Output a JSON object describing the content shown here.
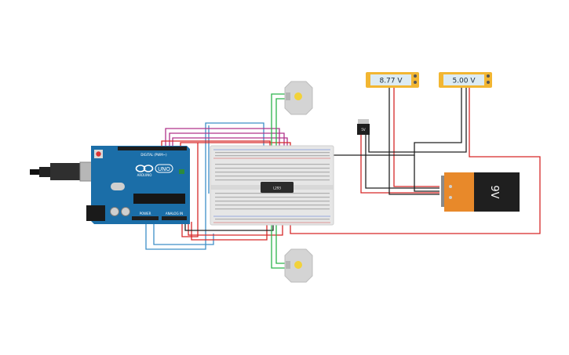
{
  "meters": [
    {
      "name": "multimeter-left",
      "reading": "8.77 V"
    },
    {
      "name": "multimeter-right",
      "reading": "5.00 V"
    }
  ],
  "battery": {
    "label": "9V"
  },
  "chip": {
    "label": "L293"
  },
  "regulator": {
    "label": "5V"
  },
  "arduino": {
    "model": "UNO",
    "brand": "ARDUINO",
    "header_digital": "DIGITAL (PWM~)",
    "header_power": "POWER",
    "header_analog": "ANALOG IN"
  },
  "colors": {
    "wire_red": "#d62828",
    "wire_black": "#222222",
    "wire_green": "#2bb34a",
    "wire_blue": "#3d8fc8",
    "wire_magenta": "#b0338a",
    "board_blue": "#1b6ea8",
    "battery_orange": "#e8892a"
  }
}
